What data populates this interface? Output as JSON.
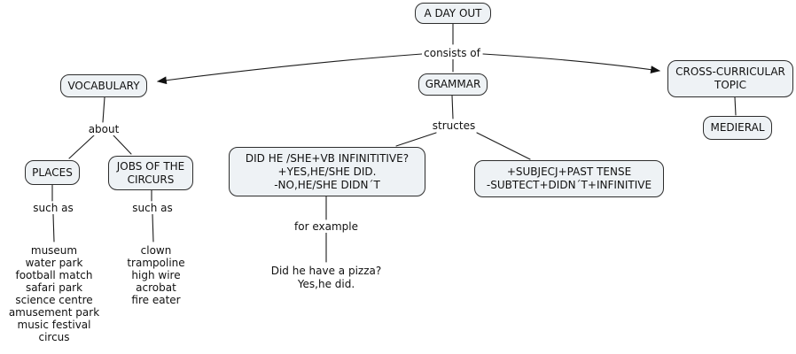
{
  "title": "A Day Out concept map",
  "colors": {
    "node_fill": "#eef2f5",
    "node_border": "#2d2d2d",
    "line": "#1c1c1c",
    "text": "#111111",
    "background": "#ffffff"
  },
  "nodes": {
    "root": "A DAY OUT",
    "vocabulary": "VOCABULARY",
    "grammar": "GRAMMAR",
    "cross_curricular": "CROSS-CURRICULAR\nTOPIC",
    "medieral": "MEDIERAL",
    "places": "PLACES",
    "jobs": "JOBS OF THE\nCIRCURS",
    "did_structure": "DID HE /SHE+VB INFINITITIVE?\n+YES,HE/SHE DID.\n-NO,HE/SHE DIDN´T",
    "past_structure": "+SUBJECJ+PAST TENSE\n-SUBTECT+DIDN´T+INFINITIVE",
    "places_examples": "museum\nwater park\nfootball match\nsafari park\nscience centre\namusement park\nmusic festival\ncircus",
    "jobs_examples": "clown\ntrampoline\nhigh wire\nacrobat\nfire eater",
    "example_sentence": "Did he have a pizza?\nYes,he did."
  },
  "link_labels": {
    "consists_of": "consists of",
    "about": "about",
    "such_as_places": "such as",
    "such_as_jobs": "such as",
    "structes": "structes",
    "for_example": "for example"
  }
}
